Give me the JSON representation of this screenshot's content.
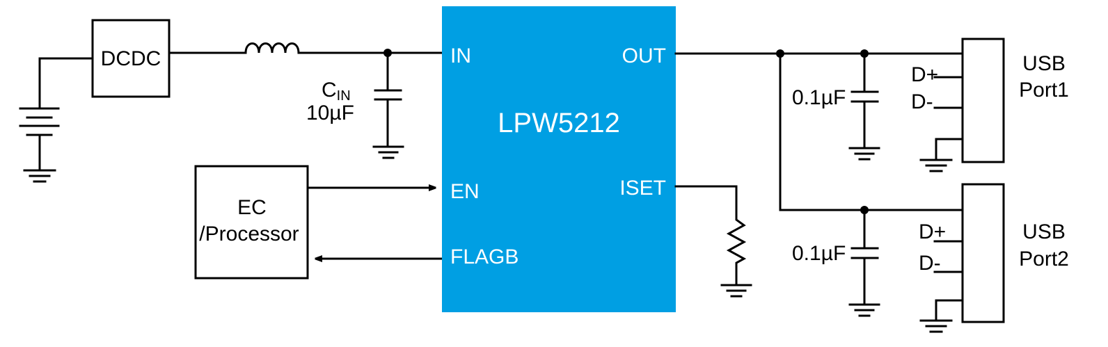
{
  "ic": {
    "name": "LPW5212",
    "color": "#009FE3",
    "pins": {
      "in": "IN",
      "out": "OUT",
      "en": "EN",
      "iset": "ISET",
      "flagb": "FLAGB"
    }
  },
  "dcdc": {
    "label": "DCDC"
  },
  "input_cap": {
    "label_main": "C",
    "label_sub": "IN",
    "value": "10µF"
  },
  "controller": {
    "line1": "EC",
    "line2": "/Processor"
  },
  "port1": {
    "cap_value": "0.1µF",
    "dplus": "D+",
    "dminus": "D-",
    "line1": "USB",
    "line2": "Port1"
  },
  "port2": {
    "cap_value": "0.1µF",
    "dplus": "D+",
    "dminus": "D-",
    "line1": "USB",
    "line2": "Port2"
  }
}
